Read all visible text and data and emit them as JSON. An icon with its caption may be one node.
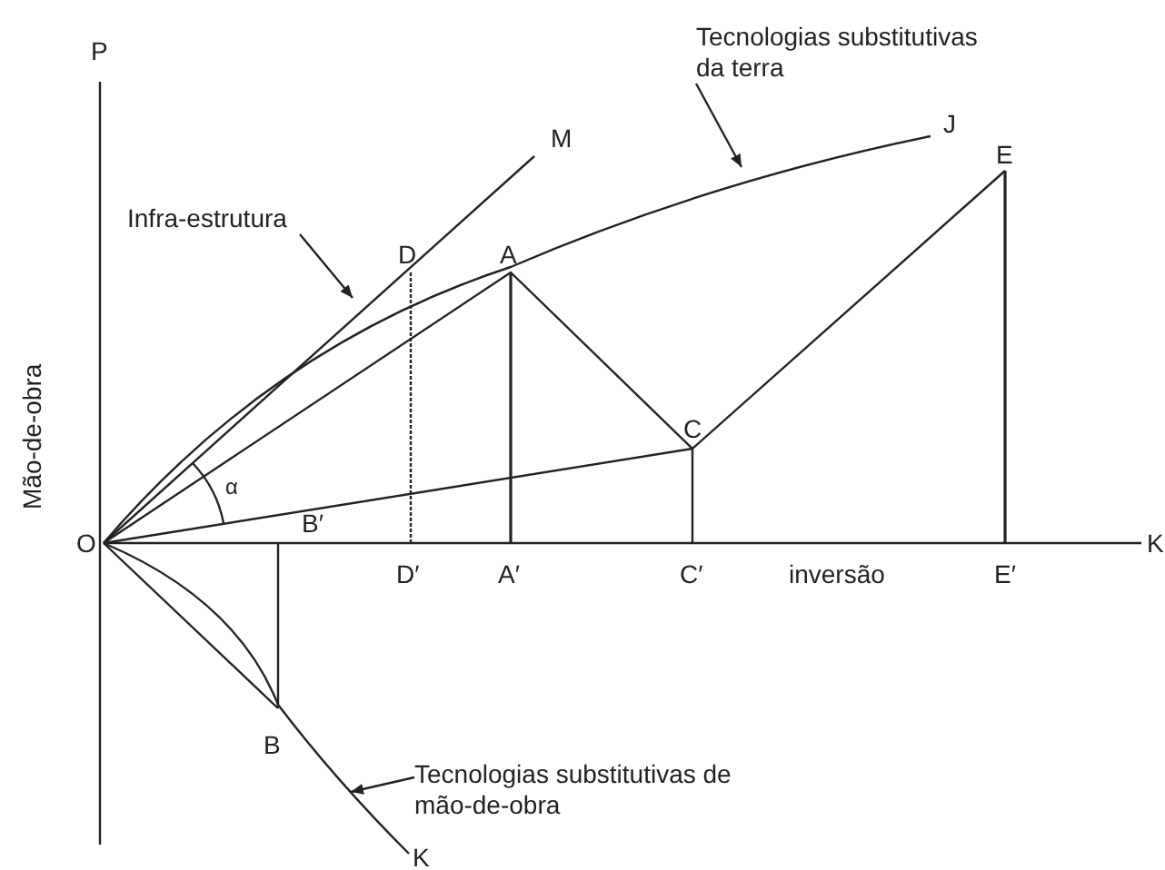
{
  "diagram": {
    "nodes": [
      {
        "text": [
          "Tecnologias substitutivas da terra"
        ]
      },
      {
        "text": [
          "Infra-estrutura"
        ]
      },
      {
        "text": [
          "Tecnologias substitutivas de mão-de-obra"
        ]
      }
    ],
    "edges": [
      {
        "from": 0,
        "to": null,
        "arrow": "to"
      },
      {
        "from": 1,
        "to": null,
        "arrow": "to"
      },
      {
        "from": 2,
        "to": null,
        "arrow": "to"
      }
    ],
    "labels": [
      "P",
      "M",
      "J",
      "E",
      "D",
      "A",
      "C",
      "Mão-de-obra",
      "α",
      "O",
      "B′",
      "D′",
      "A′",
      "C′",
      "inversão",
      "E′",
      "K",
      "B",
      "K"
    ]
  }
}
